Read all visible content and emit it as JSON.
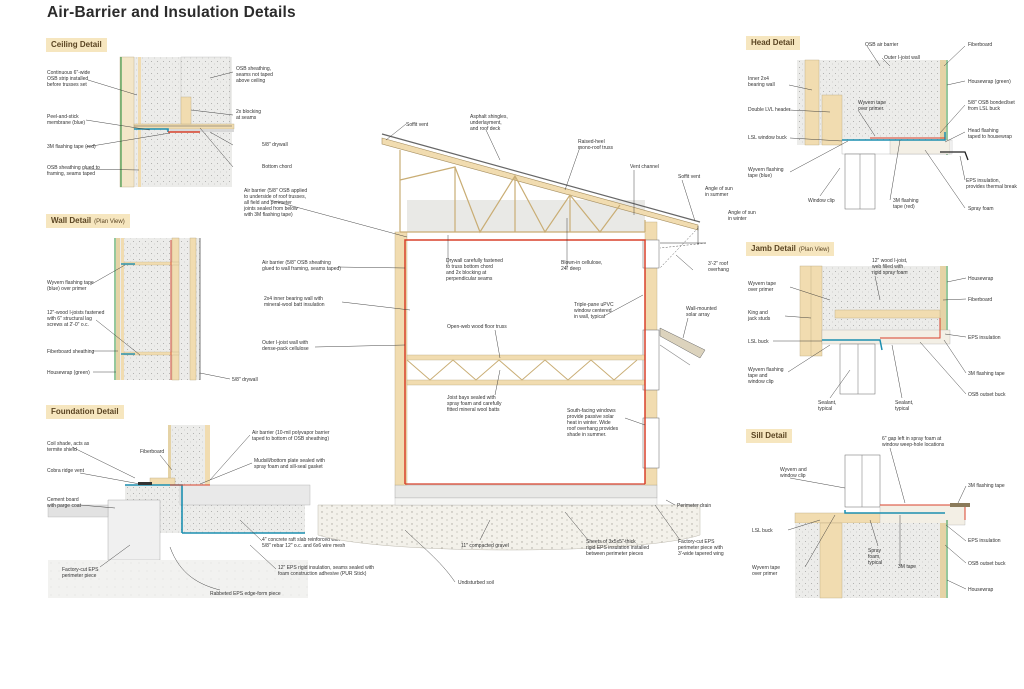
{
  "title": "Air-Barrier and Insulation Details",
  "sections": {
    "ceiling": "Ceiling Detail",
    "wall": "Wall Detail",
    "wall_sub": "(Plan View)",
    "foundation": "Foundation Detail",
    "head": "Head Detail",
    "jamb": "Jamb Detail",
    "jamb_sub": "(Plan View)",
    "sill": "Sill Detail"
  },
  "colors": {
    "tag_bg": "#f6e6bf",
    "air_barrier": "#d8412b",
    "membrane": "#1c8fb0",
    "framing": "#f1dcb0",
    "insulation": "#e9e9e6"
  },
  "labels": {
    "ceiling": {
      "l1a": "Continuous 6\"-wide",
      "l1b": "OSB strip installed",
      "l1c": "before trusses set",
      "l2a": "Peel-and-stick",
      "l2b": "membrane (blue)",
      "l3": "3M flashing tape (red)",
      "l4a": "OSB sheathing glued to",
      "l4b": "framing, seams taped",
      "r1a": "OSB sheathing,",
      "r1b": "seams not taped",
      "r1c": "above ceiling",
      "r2a": "2x blocking",
      "r2b": "at seams",
      "r3": "5/8\" drywall",
      "r4": "Bottom chord"
    },
    "wall": {
      "l1a": "Wyvern flashing tape",
      "l1b": "(blue) over primer",
      "l2a": "12\"-wood I-joists fastened",
      "l2b": "with 6\" structural lag",
      "l2c": "screws at 2'-0\" o.c.",
      "l3": "Fiberboard sheathing",
      "l4": "Housewrap (green)",
      "r1": "5/8\" drywall"
    },
    "foundation": {
      "l1a": "Coil shade, acts as",
      "l1b": "termite shield",
      "l2": "Cobra ridge vent",
      "l3a": "Cement board",
      "l3b": "with parge coat",
      "l4a": "Factory-cut EPS",
      "l4b": "perimeter piece",
      "l5": "Rabbeted EPS edge-form piece",
      "fib": "Fiberboard",
      "r1a": "Air barrier (10-mil polyvapor barrier",
      "r1b": "taped to bottom of OSB sheathing)",
      "r2a": "Mudsill/bottom plate sealed with",
      "r2b": "spray foam and sill-seal gasket",
      "r3a": "4\" concrete raft slab reinforced with",
      "r3b": "5/8\" rebar 12\" o.c. and 6x6 wire mesh",
      "r4a": "12\" EPS rigid insulation, seams sealed with",
      "r4b": "foam construction adhesive (PUR Stick)"
    },
    "section": {
      "soffit_vent_l": "Soffit vent",
      "shingles_a": "Asphalt shingles,",
      "shingles_b": "underlayment,",
      "shingles_c": "and roof deck",
      "truss_a": "Raised-heel",
      "truss_b": "mono-roof truss",
      "vent_channel": "Vent channel",
      "soffit_vent_r": "Soffit vent",
      "angle_summer_a": "Angle of sun",
      "angle_summer_b": "in summer",
      "angle_winter_a": "Angle of sun",
      "angle_winter_b": "in winter",
      "overhang_a": "3'-2\" roof",
      "overhang_b": "overhang",
      "ceiling_ab_a": "Air barrier (5/8\" OSB applied",
      "ceiling_ab_b": "to underside of roof trusses,",
      "ceiling_ab_c": "all field and perimeter",
      "ceiling_ab_d": "joints sealed from below",
      "ceiling_ab_e": "with 3M flashing tape)",
      "drywall_a": "Drywall carefully fastened",
      "drywall_b": "to truss bottom chord",
      "drywall_c": "and 2x blocking at",
      "drywall_d": "perpendicular seams",
      "blown_a": "Blown-in cellulose,",
      "blown_b": "24\" deep",
      "wall_ab_a": "Air barrier (5/8\" OSB sheathing",
      "wall_ab_b": "glued to wall framing, seams taped)",
      "bearing_a": "2x4 inner bearing wall with",
      "bearing_b": "mineral-wool batt insulation",
      "ijoist_a": "Outer I-joist wall with",
      "ijoist_b": "dense-pack cellulose",
      "floor_truss": "Open-web wood floor truss",
      "triple_a": "Triple-pane uPVC",
      "triple_b": "window centered",
      "triple_c": "in wall, typical",
      "solar_a": "Wall-mounted",
      "solar_b": "solar array",
      "rim_a": "Joist bays sealed with",
      "rim_b": "spray foam and carefully",
      "rim_c": "fitted mineral wool batts",
      "south_a": "South-facing windows",
      "south_b": "provide passive solar",
      "south_c": "heat in winter. Wide",
      "south_d": "roof overhang provides",
      "south_e": "shade in summer.",
      "perimeter_drain": "Perimeter drain",
      "gravel": "11\" compacted gravel",
      "undisturbed": "Undisturbed soil",
      "sheets_a": "Sheets of 3x5x5\"-thick",
      "sheets_b": "rigid EPS insulation installed",
      "sheets_c": "between perimeter pieces",
      "factory_a": "Factory-cut EPS",
      "factory_b": "perimeter piece with",
      "factory_c": "3'-wide tapered wing"
    },
    "head": {
      "osb_ab": "OSB air barrier",
      "fiber": "Fiberboard",
      "outer": "Outer I-joist wall",
      "inner_a": "Inner 2x4",
      "inner_b": "bearing wall",
      "double_lvl": "Double LVL header",
      "wyvern_a": "Wyvern tape",
      "wyvern_b": "over primer",
      "lsl": "LSL window buck",
      "wyv_blue_a": "Wyvern flashing",
      "wyv_blue_b": "tape (blue)",
      "clip": "Window clip",
      "flash_red_a": "3M flashing",
      "flash_red_b": "tape (red)",
      "housewrap": "Housewrap (green)",
      "osb_drip_a": "5/8\" OSB bonded/set",
      "osb_drip_b": "from LSL buck",
      "head_flash_a": "Head flashing",
      "head_flash_b": "taped to housewrap",
      "eps_a": "EPS insulation,",
      "eps_b": "provides thermal break",
      "spray": "Spray foam"
    },
    "jamb": {
      "ijoist_a": "12\" wood I-joist,",
      "ijoist_b": "web filled with",
      "ijoist_c": "rigid spray foam",
      "wyvern_a": "Wyvern tape",
      "wyvern_b": "over primer",
      "housewrap": "Housewrap",
      "fiber": "Fiberboard",
      "king_a": "King and",
      "king_b": "jack studs",
      "eps": "EPS insulation",
      "lsl": "LSL buck",
      "wyv_a": "Wyvern flashing",
      "wyv_b": "tape and",
      "wyv_c": "window clip",
      "sealant_a": "Sealant,",
      "sealant_b": "typical",
      "sealant2_a": "Sealant,",
      "sealant2_b": "typical",
      "flash": "3M flashing tape",
      "osb": "OSB outset buck"
    },
    "sill": {
      "gap_a": "6\" gap left in spray foam at",
      "gap_b": "window weep-hole locations",
      "wyv_a": "Wyvern and",
      "wyv_b": "window clip",
      "flash": "3M flashing tape",
      "lsl": "LSL buck",
      "spray_a": "Spray",
      "spray_b": "foam,",
      "spray_c": "typical",
      "eps": "EPS insulation",
      "wyv_tape_a": "Wyvern tape",
      "wyv_tape_b": "over primer",
      "tape": "3M tape",
      "osb": "OSB outset buck",
      "housewrap": "Housewrap"
    }
  }
}
